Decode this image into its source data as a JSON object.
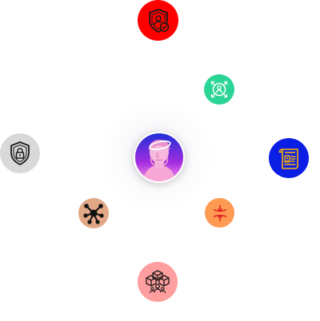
{
  "hub": {
    "center_avatar": {
      "icon": "greek-statue-bust-icon",
      "gradient_colors": [
        "#1f2fd8",
        "#a22ce0",
        "#ff8ee8"
      ]
    },
    "nodes": [
      {
        "id": "top",
        "icon": "shield-user-check-icon",
        "bg_color": "#ff0000",
        "stroke_color": "#1a1a1a"
      },
      {
        "id": "upper-right",
        "icon": "user-focus-arrows-icon",
        "bg_color": "#2bd596",
        "stroke_color": "#ffffff"
      },
      {
        "id": "right",
        "icon": "id-document-icon",
        "bg_color": "#0a1ee6",
        "stroke_color": "#ffb300"
      },
      {
        "id": "lower-right",
        "icon": "compress-vertical-icon",
        "bg_color": "#ff9a52",
        "stroke_color": "#e02020"
      },
      {
        "id": "bottom",
        "icon": "blocks-users-icon",
        "bg_color": "#ff9e9e",
        "stroke_color": "#1a1a1a"
      },
      {
        "id": "lower-left",
        "icon": "network-hub-icon",
        "bg_color": "#e2a886",
        "stroke_color": "#111111"
      },
      {
        "id": "left",
        "icon": "shield-lock-icon",
        "bg_color": "#d9d9d9",
        "stroke_color": "#1a1a1a"
      }
    ]
  }
}
